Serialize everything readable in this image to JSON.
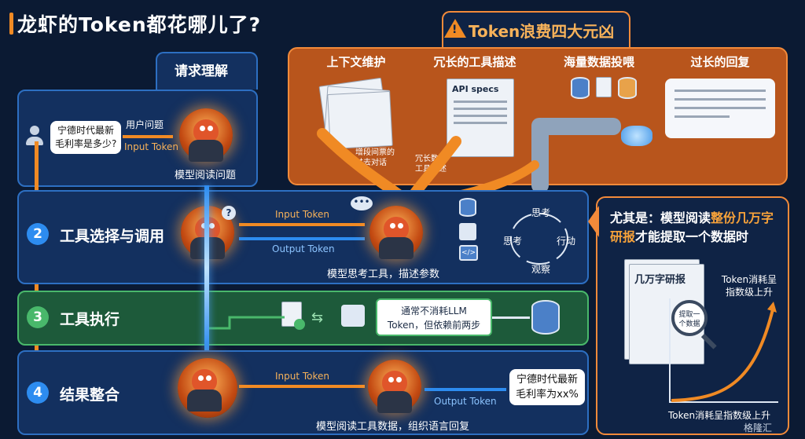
{
  "title": "龙虾的Token都花哪儿了?",
  "waste": {
    "title": "Token浪费四大元凶",
    "warning_icon": "warning-triangle-icon",
    "categories": [
      "上下文维护",
      "冗长的工具描述",
      "海量数据投喂",
      "过长的回复"
    ],
    "api_doc_label": "API specs",
    "annot_history": "增段间票的\n过去对话",
    "annot_tools": "冗长数字\n工具描述"
  },
  "stage1": {
    "tab_label": "请求理解",
    "question": "宁德时代最新\n毛利率是多少?",
    "user_question_label": "用户问题",
    "input_token_label": "Input Token",
    "caption": "模型阅读问题"
  },
  "stage2": {
    "number": "2",
    "label": "工具选择与调用",
    "input_token": "Input Token",
    "output_token": "Output Token",
    "caption": "模型思考工具，描述参数",
    "cycle": [
      "思考",
      "行动",
      "观察",
      "思考"
    ]
  },
  "stage3": {
    "number": "3",
    "label": "工具执行",
    "callout": "通常不消耗LLM\nToken，但依赖前两步"
  },
  "stage4": {
    "number": "4",
    "label": "结果整合",
    "input_token": "Input Token",
    "output_token": "Output Token",
    "answer": "宁德时代最新\n毛利率为xx%",
    "caption": "模型阅读工具数据，组织语言回复"
  },
  "side": {
    "text_pre": "尤其是：模型阅读",
    "text_hl": "整份几万字研报",
    "text_post": "才能提取一个数据时",
    "report_label": "几万字研报",
    "magnifier_text": "提取一\n个数据",
    "growth_label": "Token消耗呈\n指数级上升",
    "axis_label": "Token消耗呈指数级上升"
  },
  "watermark": "格隆汇",
  "colors": {
    "orange": "#f08a24",
    "blue": "#2d8cf0",
    "green": "#49b86b",
    "navy": "#0b1a33"
  }
}
